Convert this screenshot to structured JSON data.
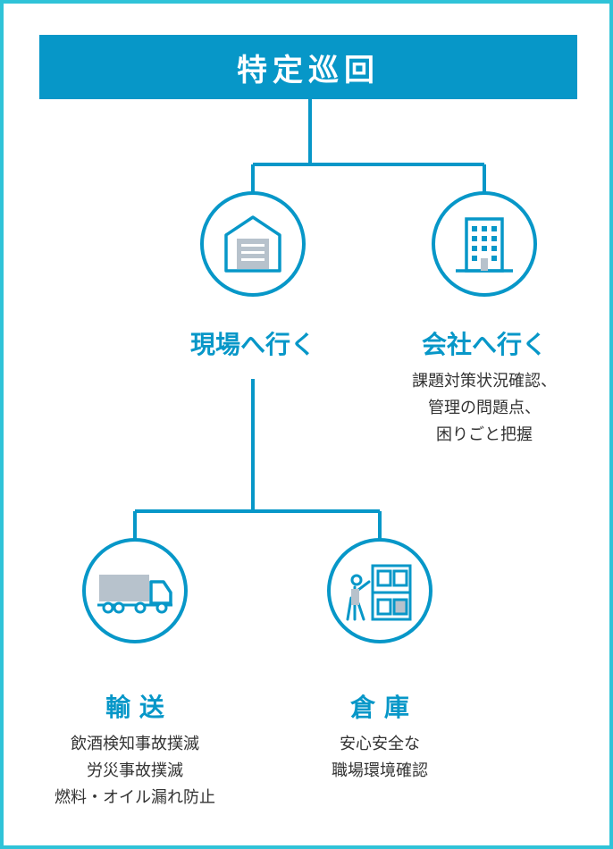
{
  "title": "特定巡回",
  "colors": {
    "accent": "#0797c8",
    "frame": "#2fc3d8",
    "icon_fill": "#b7c2cc",
    "text": "#333333"
  },
  "nodes": {
    "site": {
      "label": "現場へ行く",
      "icon": "warehouse-icon"
    },
    "office": {
      "label": "会社へ行く",
      "icon": "office-building-icon",
      "desc": [
        "課題対策状況確認、",
        "管理の問題点、",
        "困りごと把握"
      ]
    },
    "transport": {
      "label": "輸 送",
      "icon": "truck-icon",
      "desc": [
        "飲酒検知事故撲滅",
        "労災事故撲滅",
        "燃料・オイル漏れ防止"
      ]
    },
    "warehouse": {
      "label": "倉 庫",
      "icon": "worker-shelves-icon",
      "desc": [
        "安心安全な",
        "職場環境確認"
      ]
    }
  }
}
